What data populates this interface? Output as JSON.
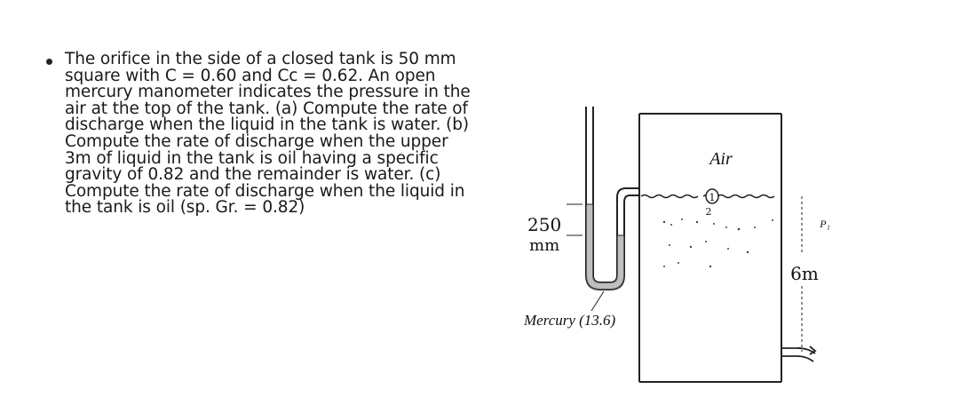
{
  "problem": {
    "text": "The orifice in the side of a closed tank is 50 mm square with C = 0.60 and Cc = 0.62. An open mercury manometer indicates the pressure in the air at the top of the tank. (a) Compute the rate of discharge when the liquid in the tank is water. (b) Compute the rate of discharge when the upper 3m of liquid in the tank is oil having a specific gravity of 0.82 and the remainder is water. (c) Compute the rate of discharge when the liquid in the tank is oil (sp. Gr. = 0.82)"
  },
  "figure": {
    "air_label": "Air",
    "manometer_reading_value": "250",
    "manometer_reading_unit": "mm",
    "fluid_label": "Mercury (13.6)",
    "depth_label": "6m",
    "pressure_label": "P₁",
    "marker_label": "1",
    "marker2_label": "2"
  }
}
